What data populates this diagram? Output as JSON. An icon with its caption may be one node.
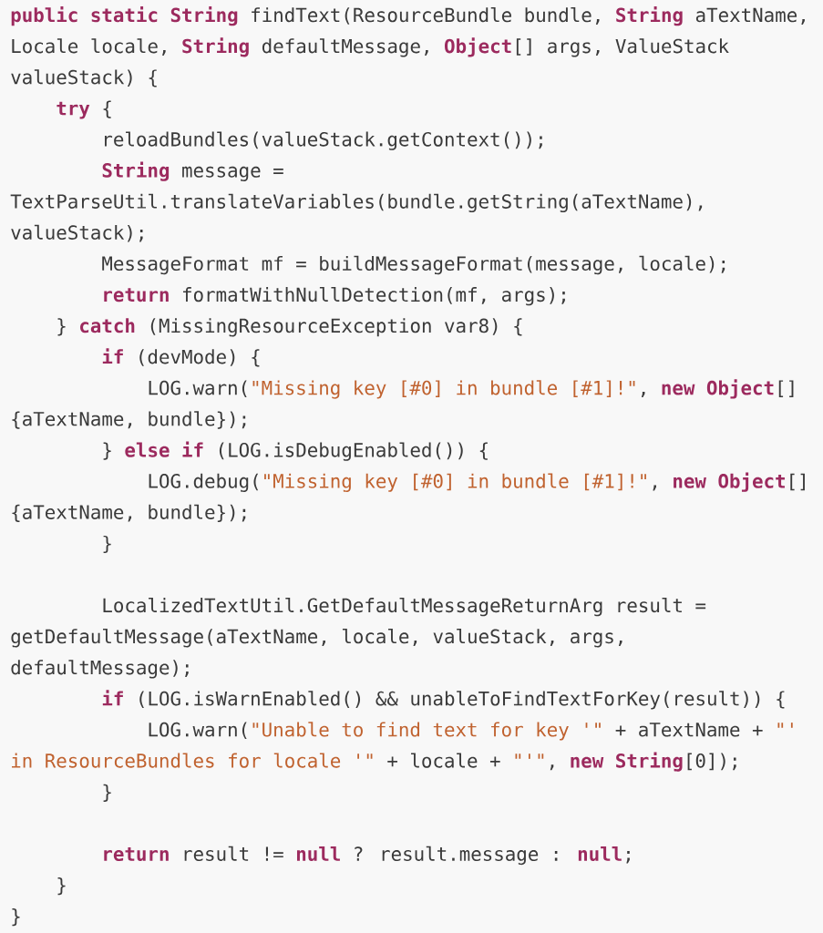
{
  "diagram": {
    "labels": [
      "**public** **static** **String** findText(ResourceBundle bundle, **String** aTextName,",
      "Locale locale, **String** defaultMessage, **Object**[] args, ValueStack",
      "valueStack) {",
      "**try** {",
      "reloadBundles(valueStack.getContext());",
      "**String** message =",
      "TextParseUtil.translateVariables(bundle.getString(aTextName),",
      "valueStack);",
      "MessageFormat mf = buildMessageFormat(message, locale);",
      "**return** formatWithNullDetection(mf, args);",
      "} **catch** (MissingResourceException var8) {",
      "**if** (devMode) {",
      "LOG.warn(",
      "\"Missing key [#0] in bundle [#1]!\"",
      ", **new** **Object**[]",
      "{aTextName, bundle});",
      "} **else** **if** (LOG.isDebugEnabled()) {",
      "LOG.debug(",
      "\"Missing key [#0] in bundle [#1]!\"",
      ", **new** **Object**[]",
      "{aTextName, bundle});",
      "}",
      "LocalizedTextUtil.GetDefaultMessageReturnArg result =",
      "getDefaultMessage(aTextName, locale, valueStack, args,",
      "defaultMessage);",
      "**if** (LOG.isWarnEnabled() && unableToFindTextForKey(result)) {",
      "LOG.warn(",
      "\"Unable to find text for key '\"",
      "+ aTextName +",
      "\"'",
      "in ResourceBundles for locale '\"",
      "+ locale +",
      "\"'\"",
      ", **new** **String**[0]);",
      "}",
      "**return** result != **null** ? result.message : **null**;",
      "}",
      "}"
    ]
  }
}
